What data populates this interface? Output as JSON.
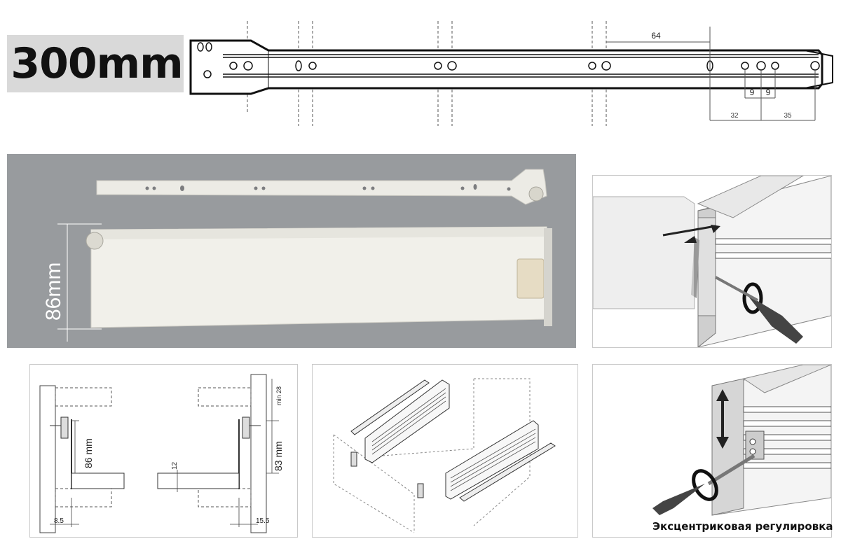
{
  "title": "300mm",
  "top_drawing": {
    "dim_64": "64",
    "dim_9a": "9",
    "dim_9b": "9",
    "dim_32": "32",
    "dim_35": "35"
  },
  "photo": {
    "height_label": "86mm"
  },
  "section_drawing": {
    "dim_86": "86 mm",
    "dim_83": "83 mm",
    "dim_min28": "min 28",
    "dim_12": "12",
    "dim_8_5": "8.5",
    "dim_15_5": "15.5"
  },
  "adjust_caption": "Эксцентриковая регулировка",
  "colors": {
    "photo_bg": "#8f9296",
    "panel_white": "#f1f0ea",
    "drawing_gray": "#d9d9d9"
  }
}
